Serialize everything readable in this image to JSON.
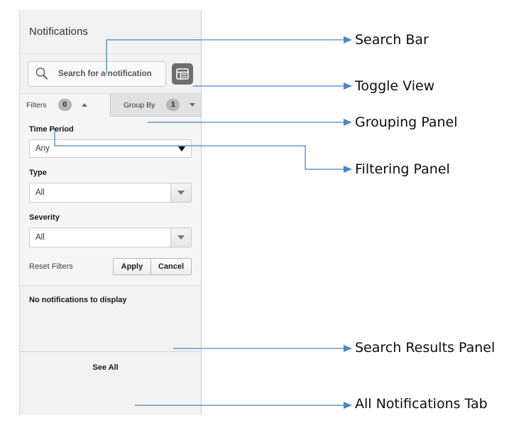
{
  "widget": {
    "title": "Notifications",
    "search": {
      "icon": "search-icon",
      "placeholder": "Search for a notification",
      "toggle_icon": "list-view-toggle-icon"
    },
    "tabs": [
      {
        "label": "Filters",
        "badge": "0",
        "caret": "up",
        "active": true
      },
      {
        "label": "Group By",
        "badge": "1",
        "caret": "down",
        "active": false
      }
    ],
    "filters": {
      "fields": [
        {
          "label": "Time Period",
          "value": "Any",
          "style": "plain"
        },
        {
          "label": "Type",
          "value": "All",
          "style": "button"
        },
        {
          "label": "Severity",
          "value": "All",
          "style": "button"
        }
      ],
      "reset_label": "Reset Filters",
      "apply_label": "Apply",
      "cancel_label": "Cancel"
    },
    "results": {
      "empty_text": "No notifications to display"
    },
    "footer": {
      "see_all_label": "See All"
    }
  },
  "annotations": [
    {
      "id": "search-bar",
      "text": "Search Bar"
    },
    {
      "id": "toggle-view",
      "text": "Toggle View"
    },
    {
      "id": "grouping-panel",
      "text": "Grouping Panel"
    },
    {
      "id": "filtering-panel",
      "text": "Filtering Panel"
    },
    {
      "id": "search-results",
      "text": "Search Results Panel"
    },
    {
      "id": "all-notifications",
      "text": "All Notifications Tab"
    }
  ],
  "colors": {
    "connector": "#4a86c5",
    "panel_bg": "#f2f2f2",
    "toggle_btn": "#6e6e6e",
    "badge": "#b5b5b5"
  }
}
